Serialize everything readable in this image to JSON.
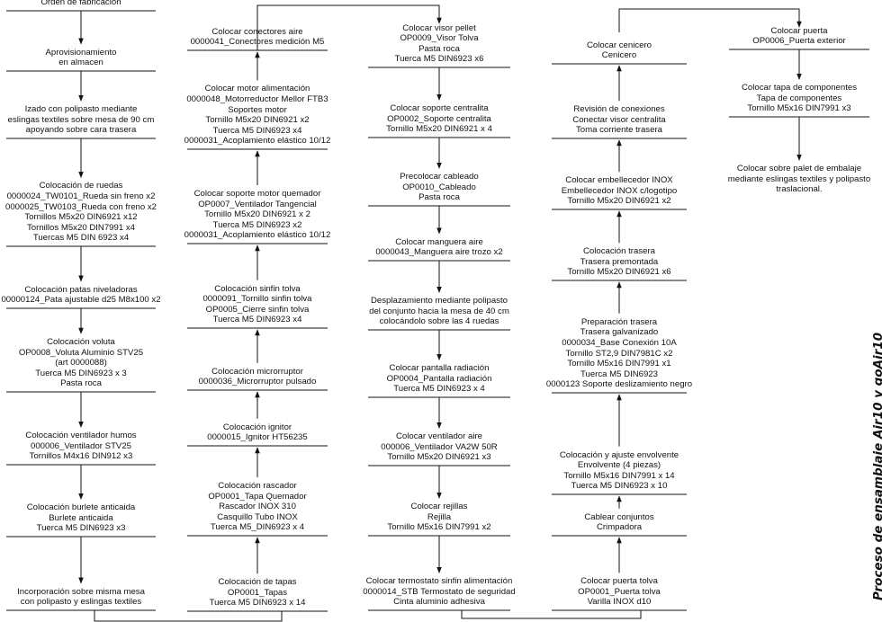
{
  "title": "Proceso de ensamblaje Air10 y goAir10",
  "columns": [
    {
      "steps": [
        {
          "lines": [
            "Orden de fabricación"
          ]
        },
        {
          "lines": [
            "Aprovisionamiento",
            "en almacen"
          ]
        },
        {
          "lines": [
            "Izado con polipasto mediante",
            "eslingas textiles sobre mesa de 90 cm",
            "apoyando sobre cara trasera"
          ]
        },
        {
          "lines": [
            "Colocación de ruedas",
            "0000024_TW0101_Rueda sin freno x2",
            "0000025_TW0103_Rueda con freno x2",
            "Tornillos M5x20 DIN6921 x12",
            "Tornillos M5x20 DIN7991 x4",
            "Tuercas M5 DIN 6923 x4"
          ]
        },
        {
          "lines": [
            "Colocación patas niveladoras",
            "00000124_Pata ajustable d25 M8x100  x2"
          ]
        },
        {
          "lines": [
            "Colocación voluta",
            "OP0008_Voluta Aluminio STV25",
            "(art 0000088)",
            "Tuerca M5 DIN6923 x 3",
            "Pasta roca"
          ]
        },
        {
          "lines": [
            "Colocación ventilador humos",
            "000006_Ventilador STV25",
            "Tornillos M4x16 DIN912 x3"
          ]
        },
        {
          "lines": [
            "Colocación burlete anticaida",
            "Burlete anticaida",
            "Tuerca M5 DIN6923 x3"
          ]
        },
        {
          "lines": [
            "Incorporación sobre misma mesa",
            "con polipasto y eslingas textiles"
          ]
        }
      ]
    },
    {
      "steps": [
        {
          "lines": [
            "Colocar conectores aire",
            "0000041_Conectores medición M5"
          ]
        },
        {
          "lines": [
            "Colocar motor alimentación",
            "0000048_Motorreductor Mellor FTB3",
            "Soportes motor",
            "Tornillo M5x20 DIN6921 x2",
            "Tuerca M5 DIN6923 x4",
            "0000031_Acoplamiento elástico 10/12"
          ]
        },
        {
          "lines": [
            "Colocar soporte motor quemador",
            "OP0007_Ventilador Tangencial",
            "Tornillo M5x20 DIN6921 x 2",
            "Tuerca M5 DIN6923 x2",
            "0000031_Acoplamiento elástico 10/12"
          ]
        },
        {
          "lines": [
            "Colocación sinfin tolva",
            "0000091_Tornillo sinfin tolva",
            "OP0005_Cierre sinfin tolva",
            "Tuerca M5 DIN6923 x4"
          ]
        },
        {
          "lines": [
            "Colocación microrruptor",
            "0000036_Microrruptor pulsado"
          ]
        },
        {
          "lines": [
            "Colocación ignitor",
            "0000015_Ignitor HT56235"
          ]
        },
        {
          "lines": [
            "Colocación rascador",
            "OP0001_Tapa Quemador",
            "Rascador INOX 310",
            "Casquillo Tubo INOX",
            "Tuerca M5_DIN6923 x 4"
          ]
        },
        {
          "lines": [
            "Colocación de tapas",
            "OP0001_Tapas",
            "Tuerca M5 DIN6923 x 14"
          ]
        }
      ]
    },
    {
      "steps": [
        {
          "lines": [
            "Colocar visor pellet",
            "OP0009_Visor Tolva",
            "Pasta roca",
            "Tuerca M5 DIN6923 x6"
          ]
        },
        {
          "lines": [
            "Colocar soporte centralita",
            "OP0002_Soporte centralita",
            "Tornillo M5x20 DIN6921 x 4"
          ]
        },
        {
          "lines": [
            "Precolocar cableado",
            "OP0010_Cableado",
            "Pasta roca"
          ]
        },
        {
          "lines": [
            "Colocar manguera aire",
            "0000043_Manguera aire trozo x2"
          ]
        },
        {
          "lines": [
            "Desplazamiento mediante polipasto",
            "del conjunto hacia la mesa de 40 cm",
            "colocándolo sobre las 4 ruedas"
          ]
        },
        {
          "lines": [
            "Colocar pantalla radiación",
            "OP0004_Pantalla radiación",
            "Tuerca M5 DIN6923 x 4"
          ]
        },
        {
          "lines": [
            "Colocar ventilador aire",
            "000006_Ventilador VA2W 50R",
            "Tornillo M5x20 DIN6921 x3"
          ]
        },
        {
          "lines": [
            "Colocar rejillas",
            "Rejilla",
            "Tornillo M5x16 DIN7991 x2"
          ]
        },
        {
          "lines": [
            "Colocar termostato sinfin alimentación",
            "0000014_STB Termostato de seguridad",
            "Cinta aluminio adhesiva"
          ]
        }
      ]
    },
    {
      "steps": [
        {
          "lines": [
            "Colocar cenicero",
            "Cenicero"
          ]
        },
        {
          "lines": [
            "Revisión de conexiones",
            "Conectar visor centralita",
            "Toma corriente trasera"
          ]
        },
        {
          "lines": [
            "Colocar embellecedor INOX",
            "Embellecedor INOX c/logotipo",
            "Tornillo M5x20 DIN6921 x2"
          ]
        },
        {
          "lines": [
            "Colocación trasera",
            "Trasera premontada",
            "Tornillo M5x20 DIN6921 x6"
          ]
        },
        {
          "lines": [
            "Preparación trasera",
            "Trasera galvanizado",
            "0000034_Base Conexión 10A",
            "Tornillo ST2,9 DIN7981C x2",
            "Tornillo M5x16 DIN7991 x1",
            "Tuerca M5 DIN6923",
            "0000123 Soporte deslizamiento negro"
          ]
        },
        {
          "lines": [
            "Colocación y ajuste envolvente",
            "Envolvente (4 piezas)",
            "Tornillo M5x16 DIN7991 x 14",
            "Tuerca M5 DIN6923 x 10"
          ]
        },
        {
          "lines": [
            "Cablear conjuntos",
            "Crimpadora"
          ]
        },
        {
          "lines": [
            "Colocar puerta tolva",
            "OP0001_Puerta tolva",
            "Varilla INOX d10"
          ]
        }
      ]
    },
    {
      "steps": [
        {
          "lines": [
            "Colocar puerta",
            "OP0006_Puerta exterior"
          ]
        },
        {
          "lines": [
            "Colocar tapa de componentes",
            "Tapa de componentes",
            "Tornillo M5x16 DIN7991 x3"
          ]
        },
        {
          "lines": [
            "Colocar sobre palet de embalaje",
            "mediante eslingas textiles y polipasto",
            "traslacional."
          ]
        }
      ]
    }
  ]
}
